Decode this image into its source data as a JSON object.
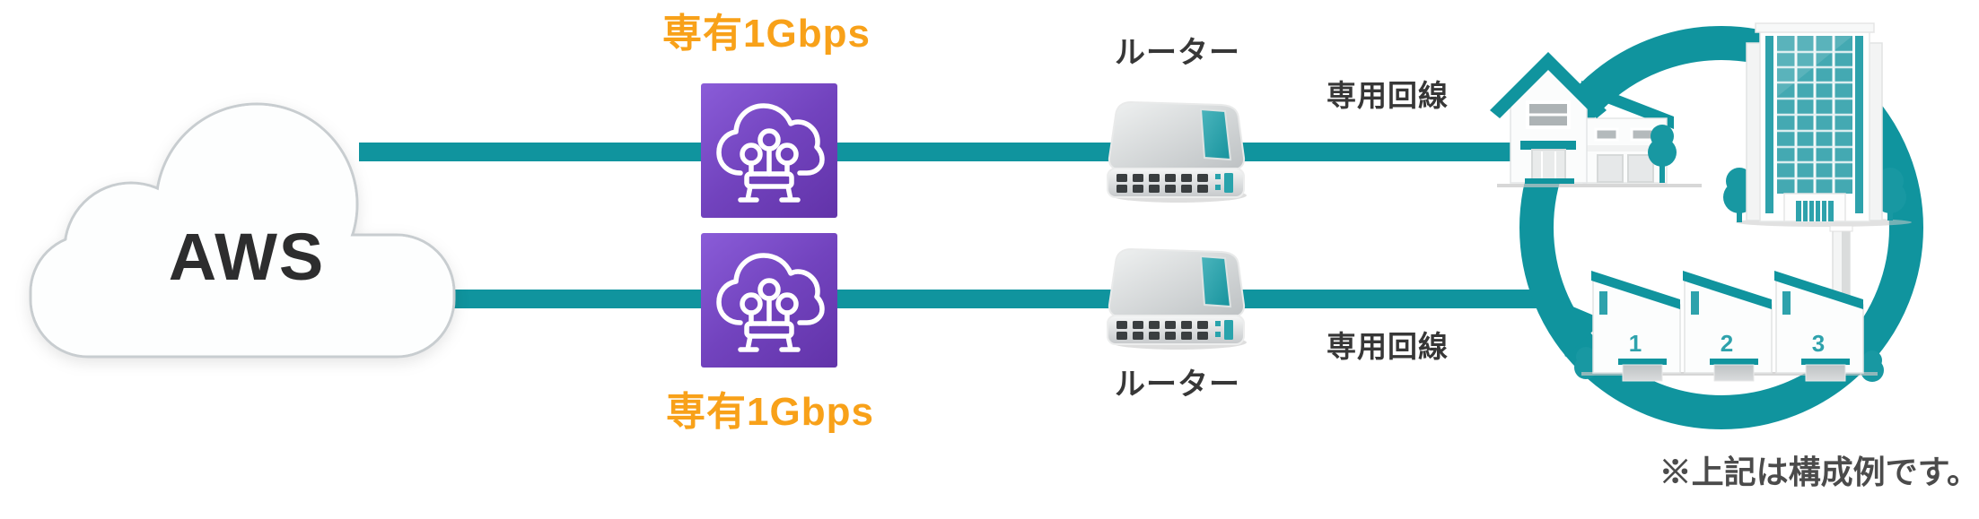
{
  "aws_cloud": {
    "label": "AWS"
  },
  "connections": [
    {
      "bandwidth": "専有1Gbps",
      "router_label": "ルーター",
      "line_label": "専用回線"
    },
    {
      "bandwidth": "専有1Gbps",
      "router_label": "ルーター",
      "line_label": "専用回線"
    }
  ],
  "customer_site": {
    "factory_numbers": [
      "1",
      "2",
      "3"
    ]
  },
  "footnote": "※上記は構成例です。",
  "colors": {
    "teal": "#10949E",
    "teal_window": "#44A9B2",
    "teal_accent": "#2EA2AC",
    "orange": "#F8A119",
    "purple_dark": "#6233A9",
    "purple_light": "#8A5CD8",
    "label_dark": "#373737",
    "note_gray": "#4B4B4B"
  }
}
